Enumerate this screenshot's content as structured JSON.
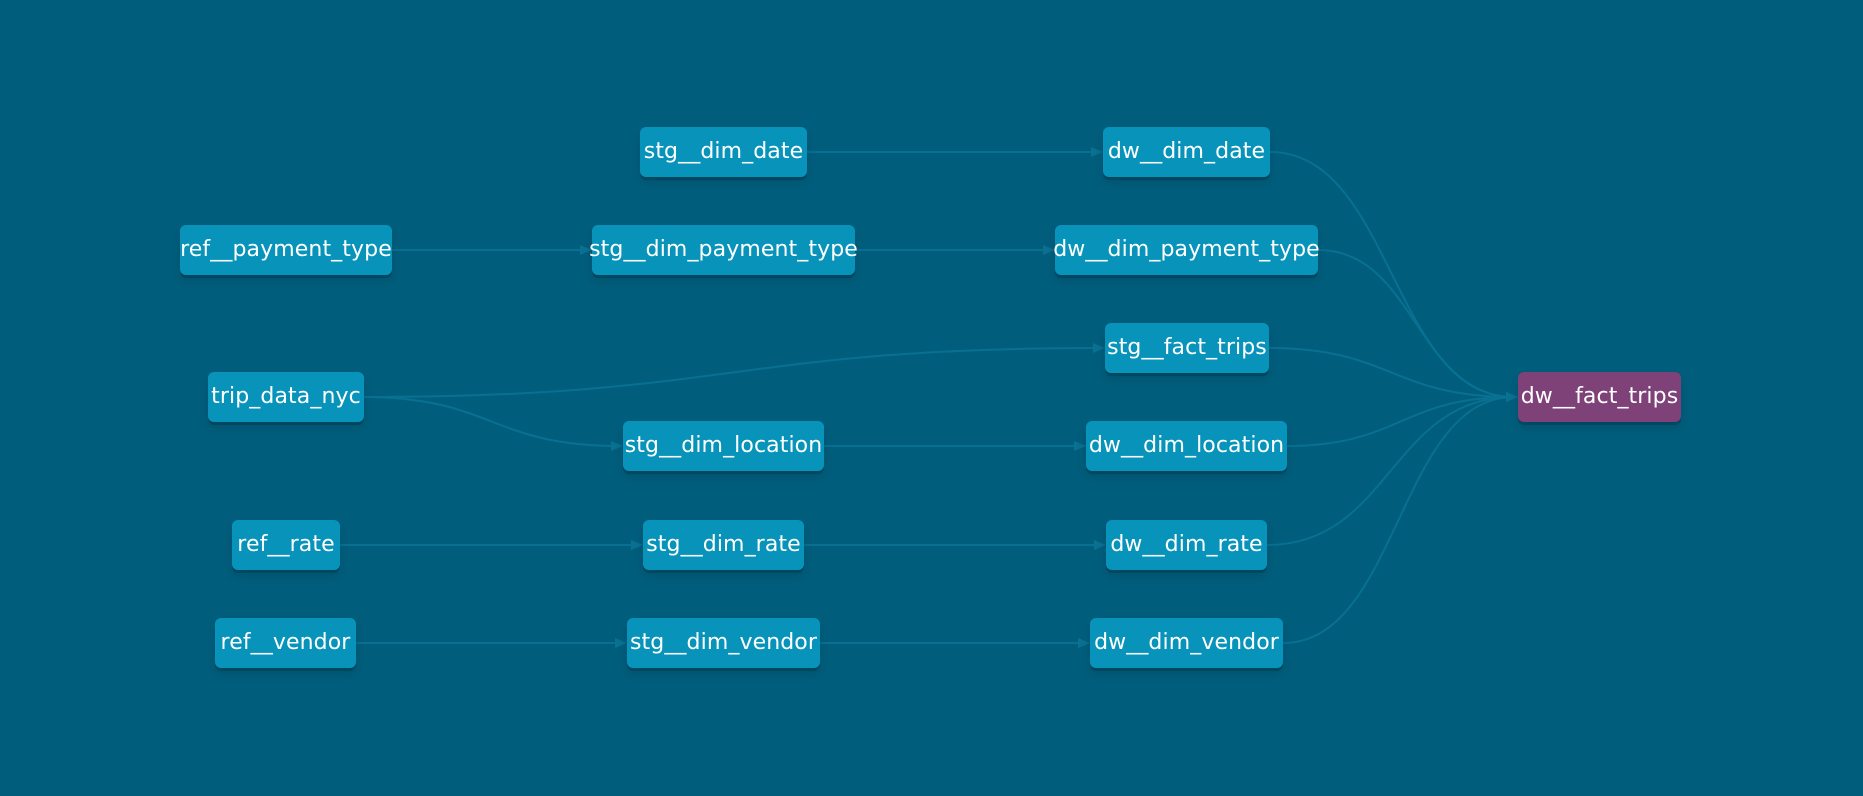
{
  "lineage_graph": {
    "background": "#005e7c",
    "node_color": "#0894ba",
    "selected_node_color": "#7e4279",
    "edge_color": "#0a7193",
    "nodes": [
      {
        "id": "stg__dim_date",
        "label": "stg__dim_date",
        "type": "model"
      },
      {
        "id": "dw__dim_date",
        "label": "dw__dim_date",
        "type": "model"
      },
      {
        "id": "ref__payment_type",
        "label": "ref__payment_type",
        "type": "model"
      },
      {
        "id": "stg__dim_payment_type",
        "label": "stg__dim_payment_type",
        "type": "model"
      },
      {
        "id": "dw__dim_payment_type",
        "label": "dw__dim_payment_type",
        "type": "model"
      },
      {
        "id": "stg__fact_trips",
        "label": "stg__fact_trips",
        "type": "model"
      },
      {
        "id": "trip_data_nyc",
        "label": "trip_data_nyc",
        "type": "model"
      },
      {
        "id": "dw__fact_trips",
        "label": "dw__fact_trips",
        "type": "selected"
      },
      {
        "id": "stg__dim_location",
        "label": "stg__dim_location",
        "type": "model"
      },
      {
        "id": "dw__dim_location",
        "label": "dw__dim_location",
        "type": "model"
      },
      {
        "id": "ref__rate",
        "label": "ref__rate",
        "type": "model"
      },
      {
        "id": "stg__dim_rate",
        "label": "stg__dim_rate",
        "type": "model"
      },
      {
        "id": "dw__dim_rate",
        "label": "dw__dim_rate",
        "type": "model"
      },
      {
        "id": "ref__vendor",
        "label": "ref__vendor",
        "type": "model"
      },
      {
        "id": "stg__dim_vendor",
        "label": "stg__dim_vendor",
        "type": "model"
      },
      {
        "id": "dw__dim_vendor",
        "label": "dw__dim_vendor",
        "type": "model"
      }
    ],
    "edges": [
      {
        "from": "stg__dim_date",
        "to": "dw__dim_date"
      },
      {
        "from": "ref__payment_type",
        "to": "stg__dim_payment_type"
      },
      {
        "from": "stg__dim_payment_type",
        "to": "dw__dim_payment_type"
      },
      {
        "from": "trip_data_nyc",
        "to": "stg__fact_trips"
      },
      {
        "from": "trip_data_nyc",
        "to": "stg__dim_location"
      },
      {
        "from": "stg__dim_location",
        "to": "dw__dim_location"
      },
      {
        "from": "ref__rate",
        "to": "stg__dim_rate"
      },
      {
        "from": "stg__dim_rate",
        "to": "dw__dim_rate"
      },
      {
        "from": "ref__vendor",
        "to": "stg__dim_vendor"
      },
      {
        "from": "stg__dim_vendor",
        "to": "dw__dim_vendor"
      },
      {
        "from": "dw__dim_date",
        "to": "dw__fact_trips"
      },
      {
        "from": "dw__dim_payment_type",
        "to": "dw__fact_trips"
      },
      {
        "from": "stg__fact_trips",
        "to": "dw__fact_trips"
      },
      {
        "from": "dw__dim_location",
        "to": "dw__fact_trips"
      },
      {
        "from": "dw__dim_rate",
        "to": "dw__fact_trips"
      },
      {
        "from": "dw__dim_vendor",
        "to": "dw__fact_trips"
      }
    ]
  }
}
